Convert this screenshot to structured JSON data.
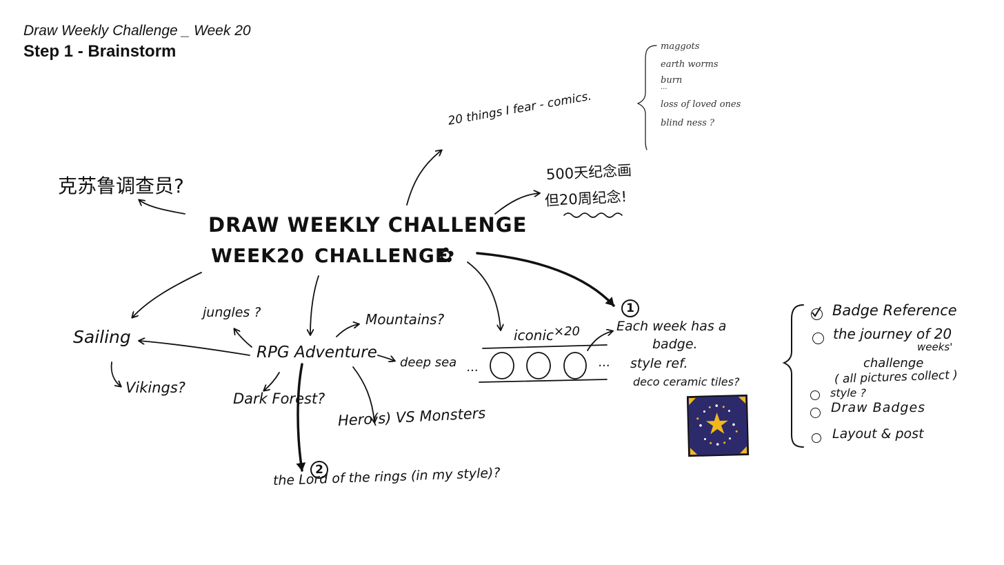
{
  "header": {
    "subtitle": "Draw Weekly Challenge _ Week 20",
    "title": "Step 1 - Brainstorm"
  },
  "center": {
    "line1": "DRAW WEEKLY CHALLENGE",
    "line2_a": "WEEK20",
    "line2_b": "CHALLENGE",
    "flower_icon": "✿"
  },
  "nodes": {
    "fear": "20 things I fear - comics.",
    "fear_list": [
      "maggots",
      "earth worms",
      "burn",
      "...",
      "loss of loved ones",
      "blind ness ?"
    ],
    "cthulhu": "克苏鲁调查员?",
    "anniv_1": "500天纪念画",
    "anniv_2": "但20周纪念!",
    "sailing": "Sailing",
    "vikings": "Vikings?",
    "jungles": "jungles ?",
    "mountains": "Mountains?",
    "rpg": "RPG Adventure",
    "deep_sea": "deep sea",
    "dark_forest": "Dark Forest?",
    "heroes": "Hero(s) VS Monsters",
    "lotr": "the Lord of the rings (in my style)?",
    "iconic": "iconic",
    "iconic_x": "×20",
    "ellipsis_left": "...",
    "ellipsis_right": "...",
    "badge_line1": "Each week has a",
    "badge_line2": "badge.",
    "style_ref": "style ref.",
    "deco_tiles": "deco ceramic tiles?"
  },
  "markers": {
    "one": "1",
    "two": "2"
  },
  "checklist": [
    {
      "label": "Badge Reference",
      "done": true
    },
    {
      "label": "the journey of 20",
      "done": false
    },
    {
      "label": "style ?",
      "done": false
    },
    {
      "label": "Draw Badges",
      "done": false
    },
    {
      "label": "Layout & post",
      "done": false
    }
  ],
  "checklist_extra": {
    "weeks": "weeks'",
    "challenge": "challenge",
    "collect": "( all pictures collect )"
  },
  "tile": {
    "bg": "#2c2a6b",
    "star": "#f2b81b"
  }
}
